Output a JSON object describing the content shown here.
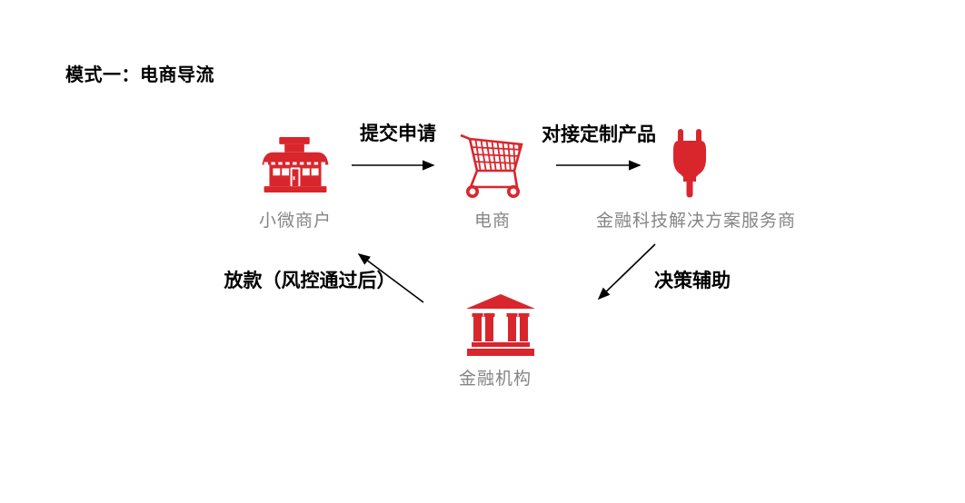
{
  "title": "模式一：电商导流",
  "colors": {
    "icon_red": "#D9262C",
    "label_gray": "#858585",
    "text_black": "#000000",
    "background": "#FFFFFF"
  },
  "nodes": [
    {
      "id": "merchant",
      "icon": "storefront-icon",
      "label": "小微商户"
    },
    {
      "id": "ecommerce",
      "icon": "shopping-cart-icon",
      "label": "电商"
    },
    {
      "id": "fintech",
      "icon": "power-plug-icon",
      "label": "金融科技解决方案服务商"
    },
    {
      "id": "bank",
      "icon": "bank-icon",
      "label": "金融机构"
    }
  ],
  "edges": [
    {
      "from": "merchant",
      "to": "ecommerce",
      "label": "提交申请",
      "direction": "right"
    },
    {
      "from": "ecommerce",
      "to": "fintech",
      "label": "对接定制产品",
      "direction": "right"
    },
    {
      "from": "fintech",
      "to": "bank",
      "label": "决策辅助",
      "direction": "down-left"
    },
    {
      "from": "bank",
      "to": "merchant",
      "label": "放款（风控通过后）",
      "direction": "up-left"
    }
  ]
}
